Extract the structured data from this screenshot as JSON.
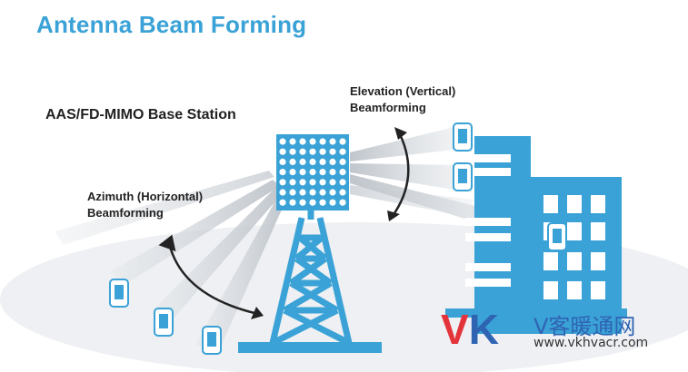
{
  "title": "Antenna Beam Forming",
  "base_station_label": "AAS/FD-MIMO Base Station",
  "elevation_label": [
    "Elevation (Vertical)",
    "Beamforming"
  ],
  "azimuth_label": [
    "Azimuth (Horizontal)",
    "Beamforming"
  ],
  "watermark": {
    "letters_v": "V",
    "letters_k": "K",
    "chinese": "V客暖通网",
    "url": "www.vkhvacr.com"
  },
  "colors": {
    "primary": "#3aa2d6",
    "ground": "#eef0f3",
    "beam": "#cfd3d8",
    "text": "#222222"
  },
  "icons": [
    "phone-icon",
    "tower-icon",
    "building-icon",
    "arrow-icon",
    "antenna-array-icon"
  ]
}
